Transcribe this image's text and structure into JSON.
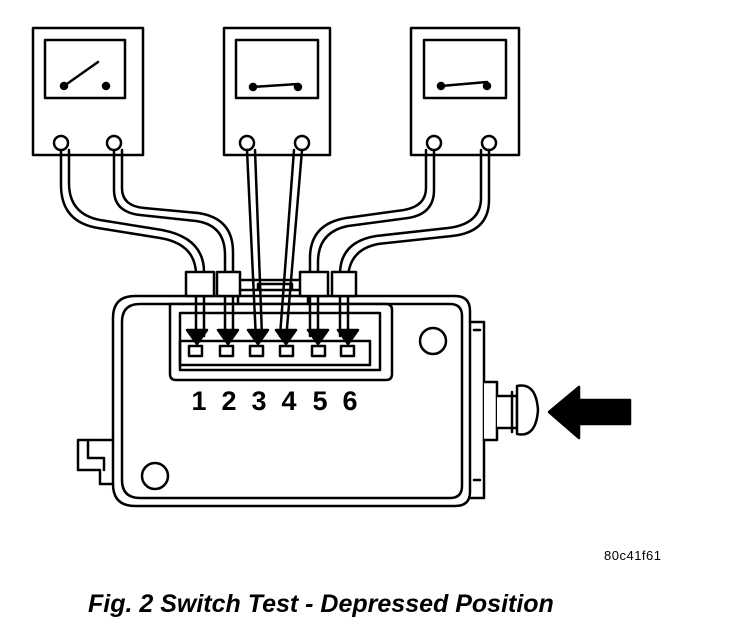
{
  "figure": {
    "pin_labels": [
      "1",
      "2",
      "3",
      "4",
      "5",
      "6"
    ],
    "meters": [
      {
        "switch_state": "open",
        "leads_to_pins": [
          "1",
          "2"
        ]
      },
      {
        "switch_state": "closed",
        "leads_to_pins": [
          "3",
          "4"
        ]
      },
      {
        "switch_state": "closed",
        "leads_to_pins": [
          "5",
          "6"
        ]
      }
    ],
    "press_direction": "left",
    "colors": {
      "ink": "#000000",
      "paper": "#ffffff"
    },
    "code": "80c41f61",
    "caption": "Fig. 2 Switch Test - Depressed Position"
  }
}
